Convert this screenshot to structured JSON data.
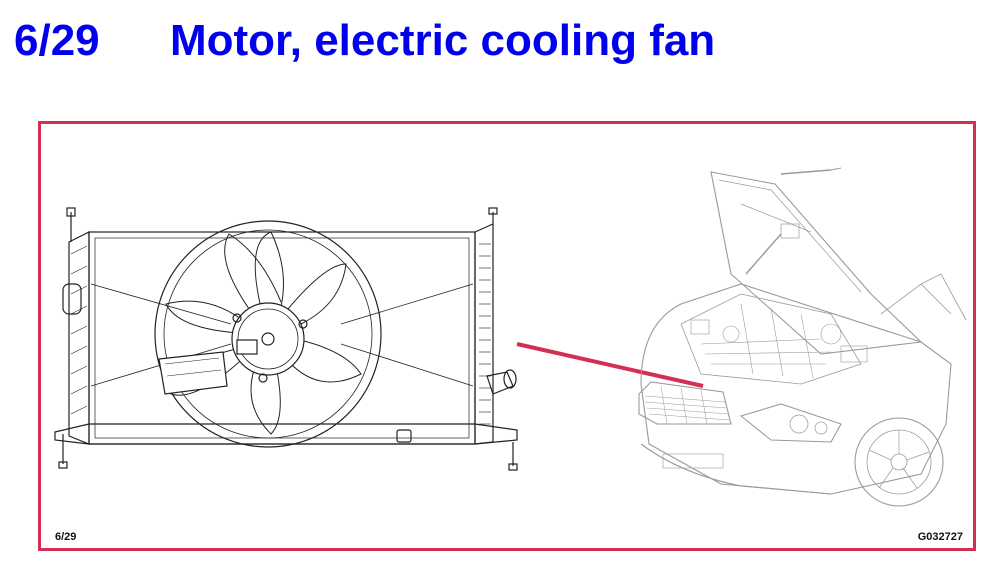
{
  "header": {
    "page_number": "6/29",
    "title": "Motor, electric cooling fan"
  },
  "figure": {
    "footer_page": "6/29",
    "figure_id": "G032727",
    "components": [
      "radiator-fan-assembly",
      "car-engine-bay"
    ],
    "colors": {
      "title": "#0000ee",
      "frame": "#d32f52",
      "pointer": "#d32f52",
      "line_art": "#222222",
      "car_line_art": "#9a9a9a"
    }
  }
}
